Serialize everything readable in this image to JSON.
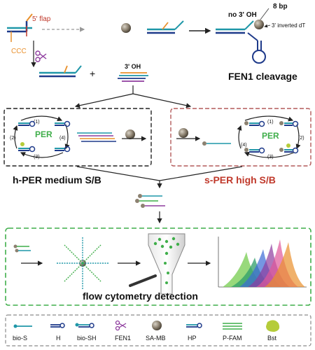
{
  "colors": {
    "teal": "#1f97a8",
    "navy": "#1e3a8a",
    "green_box": "#3fae4a",
    "red_box": "#b35a5a",
    "red_text": "#c0392b",
    "purple": "#8e3c9e",
    "gray_border": "#8a8a8a",
    "orange": "#e9902c",
    "lime": "#b5cc3a",
    "bead": "#8c8170"
  },
  "top": {
    "flap_label": "5' flap",
    "ccc_label": "CCC",
    "oh_label": "3' OH",
    "no_oh_label": "no 3' OH",
    "bp_label": "8 bp",
    "inverted_label": "3' inverted dT",
    "fen1_title": "FEN1 cleavage"
  },
  "hper": {
    "engine": "PER",
    "steps": [
      "(1)",
      "(2)",
      "(3)",
      "(4)"
    ],
    "title": "h-PER  medium S/B"
  },
  "sper": {
    "engine": "PER",
    "steps": [
      "(1)",
      "(2)",
      "(3)",
      "(4)"
    ],
    "title": "s-PER  high S/B"
  },
  "flow": {
    "title": "flow cytometry detection"
  },
  "legend": {
    "items": [
      "bio-S",
      "H",
      "bio-SH",
      "FEN1",
      "SA-MB",
      "HP",
      "P-FAM",
      "Bst"
    ],
    "icons": [
      "bio-s-icon",
      "hairpin-icon",
      "bio-sh-icon",
      "scissors-icon",
      "bead-icon",
      "hp-icon",
      "p-fam-icon",
      "polymerase-icon"
    ]
  }
}
